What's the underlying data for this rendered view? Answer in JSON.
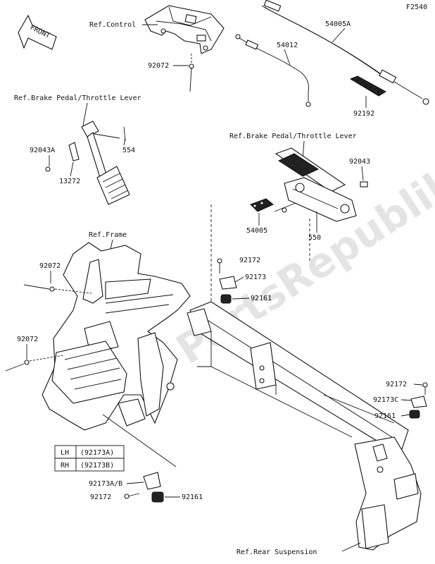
{
  "figure_code": "F2540",
  "front_label": "FRONT",
  "watermark": "PartsRepublik",
  "refs": {
    "control": "Ref.Control",
    "brake_throttle_1": "Ref.Brake Pedal/Throttle Lever",
    "brake_throttle_2": "Ref.Brake Pedal/Throttle Lever",
    "frame": "Ref.Frame",
    "rear_suspension": "Ref.Rear Suspension"
  },
  "parts": {
    "p54005a": "54005A",
    "p54012": "54012",
    "p92072_top": "92072",
    "p92192": "92192",
    "p92043a": "92043A",
    "p554": "554",
    "p13272": "13272",
    "p92043": "92043",
    "p54005": "54005",
    "p550": "550",
    "p92072_mid": "92072",
    "p92172_mid": "92172",
    "p92173": "92173",
    "p92161_mid": "92161",
    "p92072_low": "92072",
    "p92172_right": "92172",
    "p92173c": "92173C",
    "p92161_right": "92161",
    "p92173ab": "92173A/B",
    "p92172_low": "92172",
    "p92161_low": "92161"
  },
  "side_table": {
    "rows": [
      {
        "side": "LH",
        "part": "(92173A)"
      },
      {
        "side": "RH",
        "part": "(92173B)"
      }
    ]
  }
}
